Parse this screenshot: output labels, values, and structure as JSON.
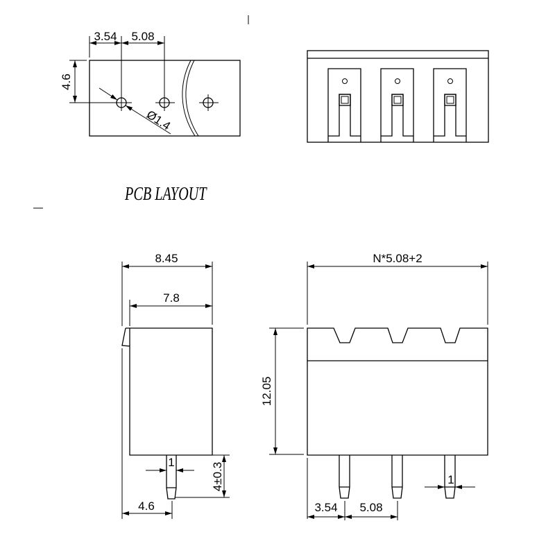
{
  "pcb_layout": {
    "title": "PCB LAYOUT",
    "dim_edge_to_first_hole": "3.54",
    "dim_pitch": "5.08",
    "dim_row_offset": "4.6",
    "dim_hole_diameter": "Ø1.4"
  },
  "side_view": {
    "dim_overall_depth": "8.45",
    "dim_body_depth": "7.8",
    "dim_pin_width": "1",
    "dim_pin_length": "4±0.3",
    "dim_pin_offset": "4.6"
  },
  "front_view": {
    "dim_overall_width": "N*5.08+2",
    "dim_height": "12.05",
    "dim_edge_to_first_pin": "3.54",
    "dim_pitch": "5.08",
    "dim_pin_width": "1"
  },
  "colors": {
    "line": "#000000",
    "background": "#ffffff"
  }
}
